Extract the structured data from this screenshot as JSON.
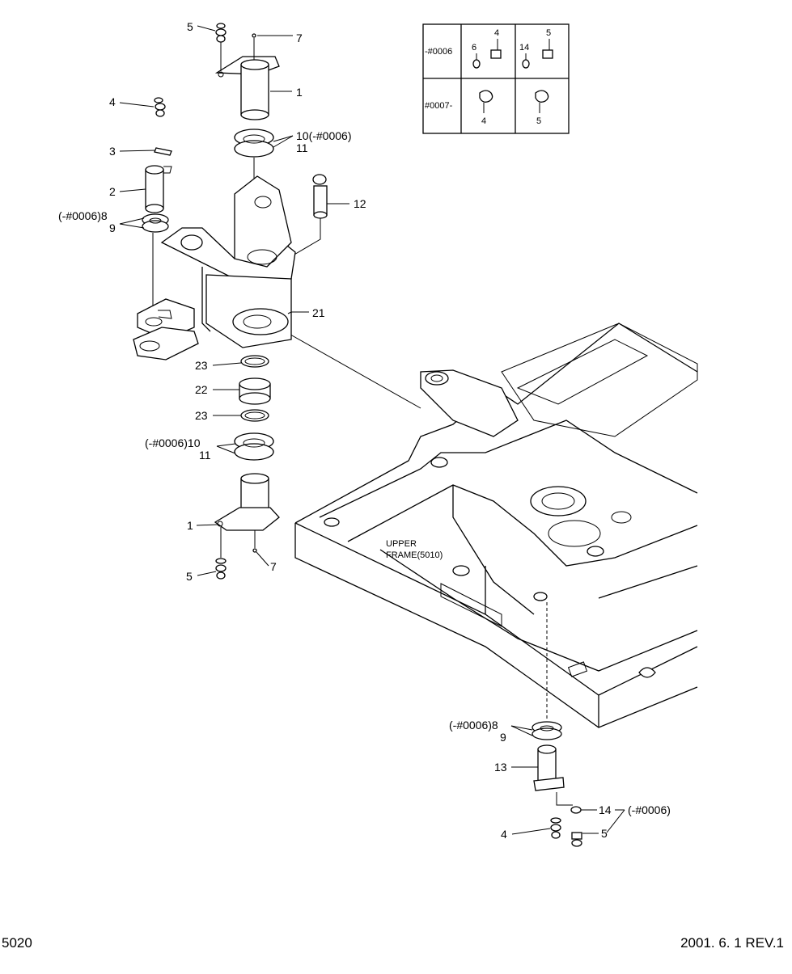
{
  "page_number": "5020",
  "revision": "2001. 6. 1 REV.1",
  "frame_label_line1": "UPPER",
  "frame_label_line2": "FRAME(5010)",
  "callouts": {
    "c5_top": "5",
    "c7_top": "7",
    "c1_top": "1",
    "c4_left": "4",
    "c3": "3",
    "c10_top": "10(-#0006)",
    "c11_top": "11",
    "c2": "2",
    "c12": "12",
    "c8_left": "(-#0006)8",
    "c9_left": "9",
    "c21": "21",
    "c23_a": "23",
    "c22": "22",
    "c23_b": "23",
    "c10_mid": "(-#0006)10",
    "c11_mid": "11",
    "c1_mid": "1",
    "c5_mid": "5",
    "c7_mid": "7",
    "c8_bot": "(-#0006)8",
    "c9_bot": "9",
    "c13": "13",
    "c14_bot": "14",
    "c14_note": "(-#0006)",
    "c4_bot": "4",
    "c5_bot": "5"
  },
  "table": {
    "row1_label": "-#0006",
    "row2_label": "#0007-",
    "r1c1_a": "6",
    "r1c1_b": "4",
    "r1c2_a": "14",
    "r1c2_b": "5",
    "r2c1": "4",
    "r2c2": "5"
  }
}
